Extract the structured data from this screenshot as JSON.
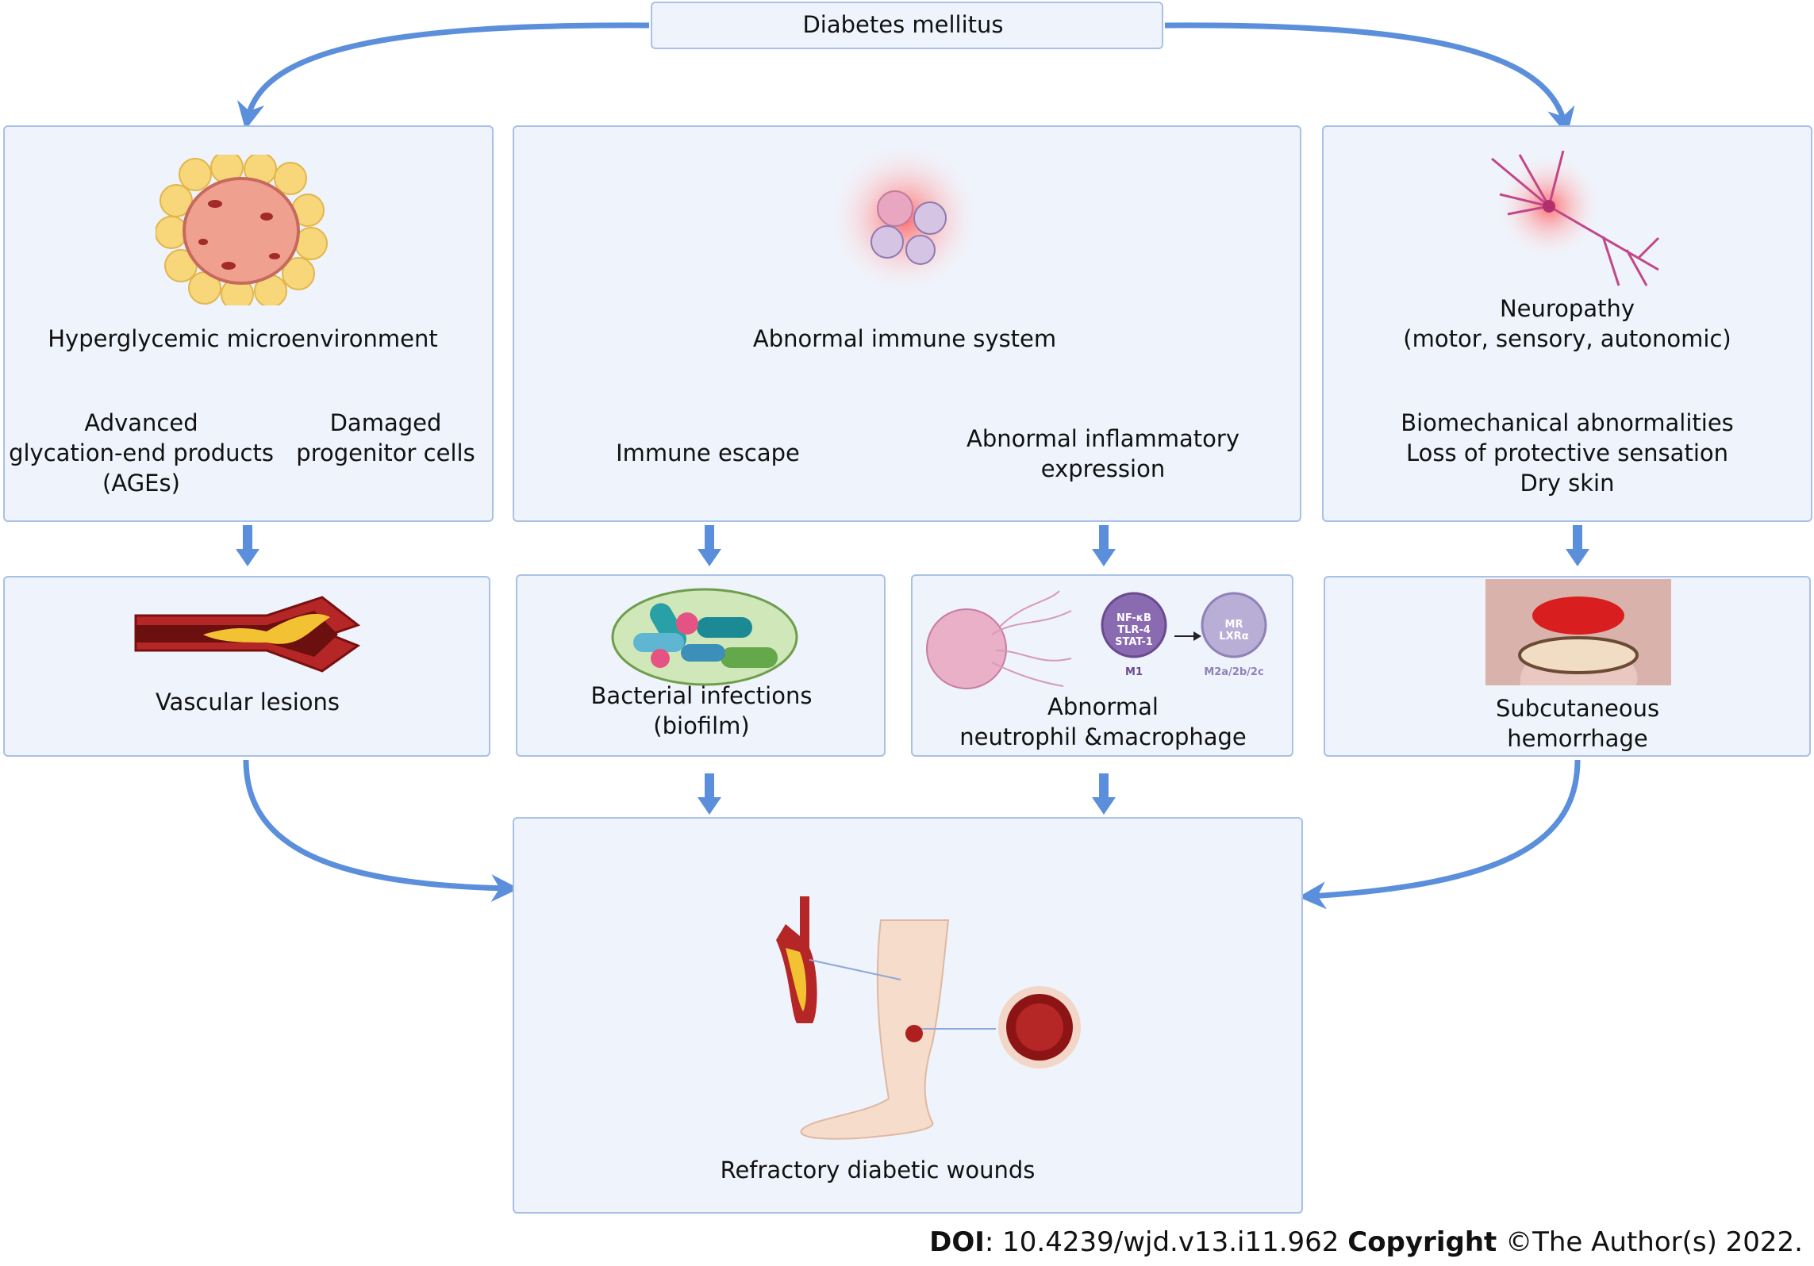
{
  "top": {
    "label": "Diabetes mellitus"
  },
  "left": {
    "title": "Hyperglycemic microenvironment",
    "branches": [
      {
        "lines": [
          "Advanced",
          "glycation-end products",
          "(AGEs)"
        ]
      },
      {
        "lines": [
          "Damaged",
          "progenitor cells"
        ]
      }
    ],
    "outcome": "Vascular lesions"
  },
  "middle": {
    "title": "Abnormal immune system",
    "branches": [
      {
        "lines": [
          "Immune escape"
        ]
      },
      {
        "lines": [
          "Abnormal inflammatory",
          "expression"
        ]
      }
    ],
    "outcome_bacteria": {
      "lines": [
        "Bacterial infections",
        "(biofilm)"
      ]
    },
    "outcome_cells": {
      "lines": [
        "Abnormal",
        "neutrophil &macrophage"
      ],
      "m1_markers": [
        "NF-κB",
        "TLR-4",
        "STAT-1"
      ],
      "m1_label": "M1",
      "m2_markers": [
        "MR",
        "LXRα"
      ],
      "m2_label": "M2a/2b/2c"
    }
  },
  "right": {
    "title_lines": [
      "Neuropathy",
      "(motor, sensory, autonomic)"
    ],
    "consequence_lines": [
      "Biomechanical abnormalities",
      "Loss of protective sensation",
      "Dry skin"
    ],
    "outcome_lines": [
      "Subcutaneous",
      "hemorrhage"
    ]
  },
  "bottom": {
    "label": "Refractory diabetic wounds"
  },
  "footer": {
    "doi_label": "DOI",
    "doi_value": ": 10.4239/wjd.v13.i11.962 ",
    "copyright_label": "Copyright",
    "copyright_value": " ©The Author(s) 2022."
  },
  "colors": {
    "box_fill": "#eef3fc",
    "box_border": "#a9c1e6",
    "arrow": "#5b8fdc"
  }
}
